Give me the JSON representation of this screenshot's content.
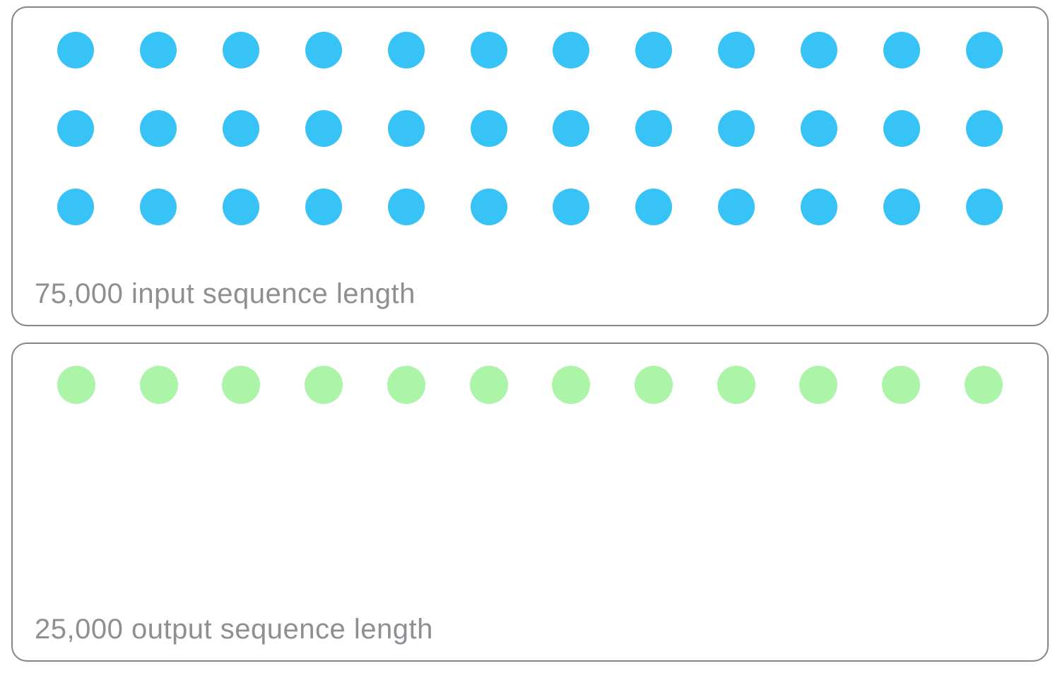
{
  "figure": {
    "description": "Pictogram comparing input vs output sequence lengths using rows of dots",
    "panels": [
      {
        "id": "input-sequence",
        "label": "75,000 input sequence length",
        "value": "75,000",
        "kind": "input",
        "dot_color": "#38c3f6",
        "rows": 3,
        "cols": 12,
        "total_dots": 36
      },
      {
        "id": "output-sequence",
        "label": "25,000 output sequence length",
        "value": "25,000",
        "kind": "output",
        "dot_color": "#acf4a8",
        "rows": 1,
        "cols": 12,
        "total_dots": 12
      }
    ],
    "colors": {
      "input_dot": "#38c3f6",
      "output_dot": "#acf4a8",
      "panel_border": "#858585",
      "label_text": "#8d8f93",
      "background": "#ffffff"
    }
  }
}
